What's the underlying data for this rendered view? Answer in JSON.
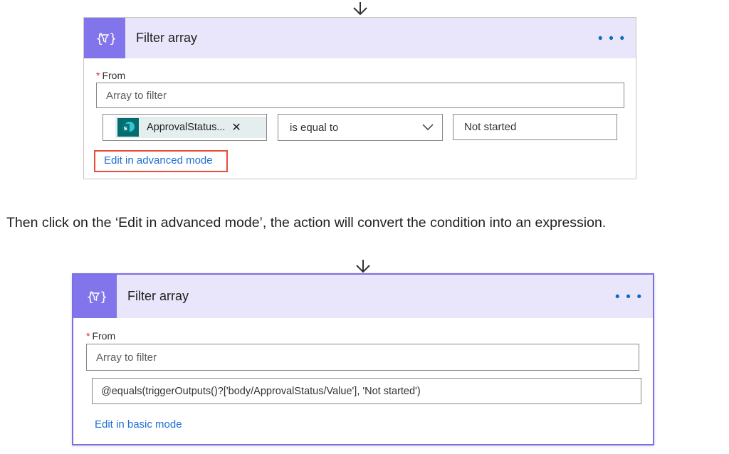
{
  "card1": {
    "title": "Filter array",
    "more_label": "• • •",
    "from_required": "*",
    "from_label": "From",
    "array_placeholder": "Array to filter",
    "token_label": "ApprovalStatus...",
    "token_remove": "✕",
    "operator_value": "is equal to",
    "compare_value": "Not started",
    "advanced_link": "Edit in advanced mode"
  },
  "caption": "Then click on the ‘Edit in advanced mode’, the action will convert the condition into an expression.",
  "card2": {
    "title": "Filter array",
    "more_label": "• • •",
    "from_required": "*",
    "from_label": "From",
    "array_placeholder": "Array to filter",
    "expression": "@equals(triggerOutputs()?['body/ApprovalStatus/Value'], 'Not started')",
    "basic_link": "Edit in basic mode"
  },
  "colors": {
    "header_bg": "#e9e6fc",
    "icon_bg": "#8274ea",
    "link": "#1f6fd1",
    "highlight_box": "#e74c3c",
    "selected_border": "#7b6fe6",
    "sharepoint_token": "#036c70"
  },
  "icons": [
    "down-arrow-icon",
    "filter-expression-icon",
    "more-options-icon",
    "sharepoint-icon",
    "chevron-down-icon",
    "remove-icon"
  ]
}
